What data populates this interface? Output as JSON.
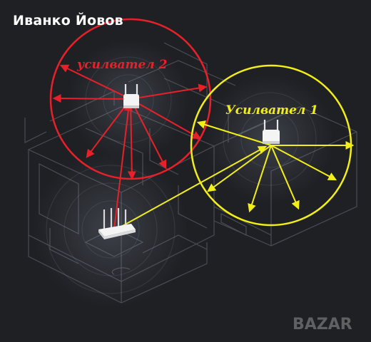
{
  "seller_name": "Иванко Йовов",
  "labels": {
    "booster_2": "усилвател 2",
    "booster_1": "Усилвател 1"
  },
  "watermark": "BAZAR",
  "colors": {
    "background": "#1f2024",
    "floorplan_lines": "#4a4d55",
    "red_coverage": "#e8202a",
    "yellow_coverage": "#f2ee1a",
    "router_body": "#f4f4f4",
    "signal_glow": "#8a93a8"
  },
  "icons": [
    "router-icon",
    "extender-icon",
    "extender-icon",
    "bazar-logo-icon"
  ]
}
